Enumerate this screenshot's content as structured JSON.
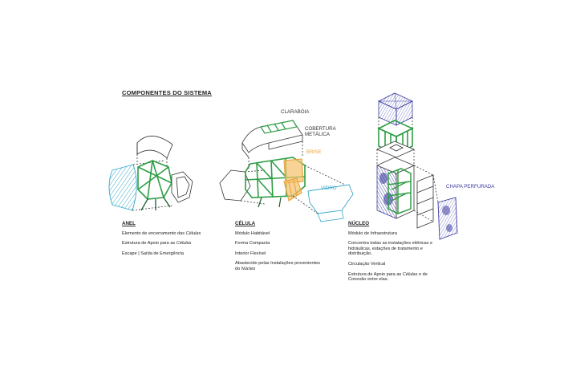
{
  "title": "COMPONENTES DO SISTEMA",
  "callouts": {
    "claraboia": "CLARABÓIA",
    "cobertura": [
      "COBERTURA",
      "METÁLICA"
    ],
    "brise": "BRISE",
    "vidro": "VIDRO",
    "chapa": "CHAPA PERFURADA"
  },
  "colors": {
    "green": "#2e9e44",
    "orange": "#e8a23a",
    "cyan": "#37a9c9",
    "blue": "#3a3aa0",
    "line": "#333333"
  },
  "columns": [
    {
      "heading": "ANEL",
      "items": [
        [
          "Elemento de encerramento das ",
          "Células"
        ],
        [
          "Estrutura de Apoio para as ",
          "Células"
        ],
        [
          "Escape | Saída de Emergência",
          ""
        ]
      ]
    },
    {
      "heading": "CÉLULA",
      "items": [
        [
          "Módulo Habitável",
          ""
        ],
        [
          "Forma Compacta",
          ""
        ],
        [
          "Interior Flexível",
          ""
        ],
        [
          "Abastecido pelas Instalações provenientes  do ",
          "Núcleo"
        ]
      ]
    },
    {
      "heading": "NÚCLEO",
      "items": [
        [
          "Módulo de Infraestrutura",
          ""
        ],
        [
          "Concentra todas as instalações elétricas e hidráulicas, estações de tratamento e distribuição.",
          ""
        ],
        [
          "Circulação Vertical",
          ""
        ],
        [
          "Estrutura de Apoio para as ",
          "Células",
          " e de Conexão entre elas."
        ]
      ]
    }
  ]
}
